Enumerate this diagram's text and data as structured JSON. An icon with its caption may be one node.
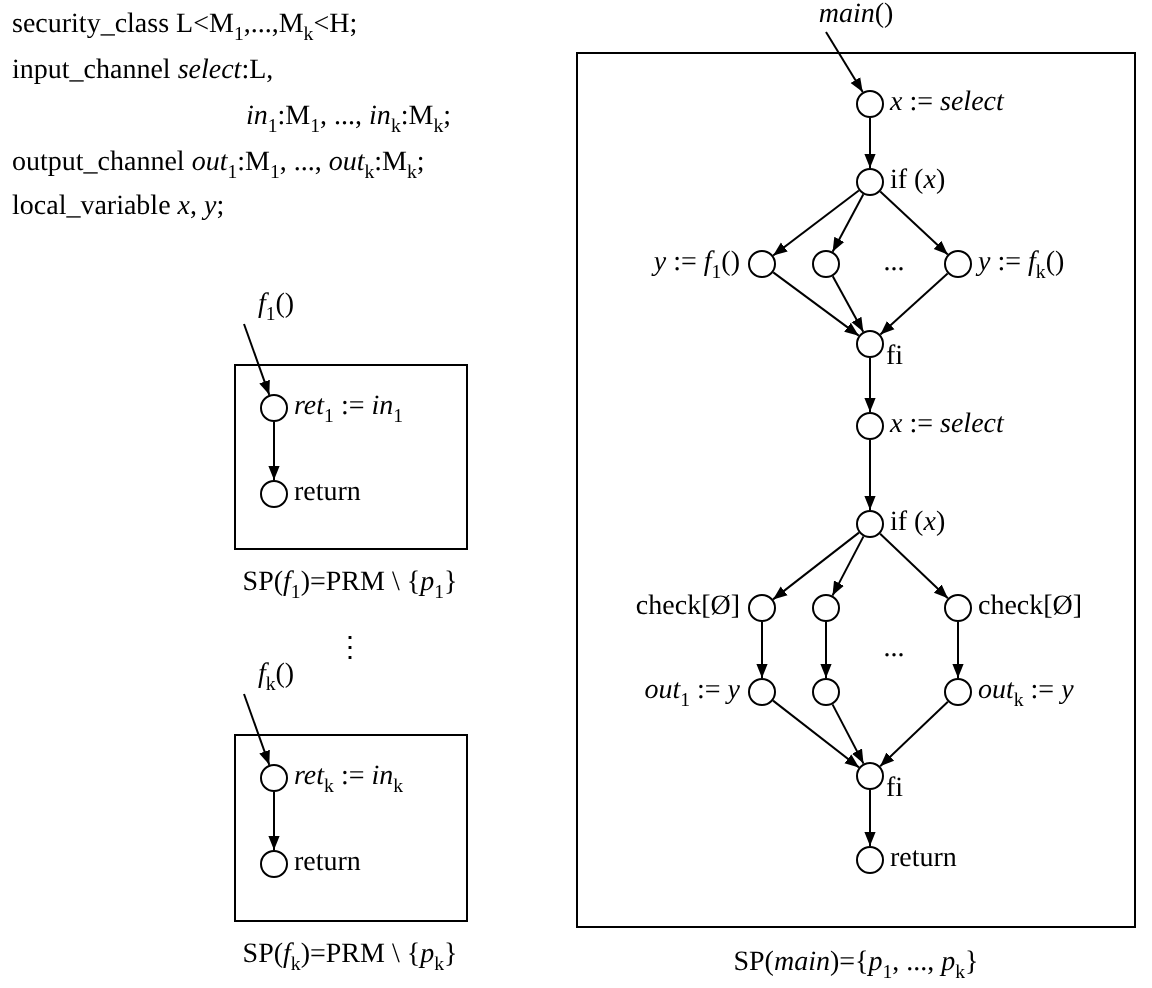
{
  "diagram": {
    "nodes": [
      {
        "text": [
          "*f*$_{1}$()"
        ]
      },
      {
        "text": [],
        "shape": "box",
        "beside": [
          "SP(*f*$_{1}$)=PRM \\ {*p*$_{1}$}"
        ]
      },
      {
        "text": [
          "*ret*$_{1}$ := *in*$_{1}$"
        ],
        "in": 1
      },
      {
        "text": [
          "return"
        ],
        "in": 1
      },
      {
        "text": [
          "*f*$_{k}$()"
        ]
      },
      {
        "text": [],
        "shape": "box",
        "beside": [
          "SP(*f*$_{k}$)=PRM \\ {*p*$_{k}$}"
        ]
      },
      {
        "text": [
          "*ret*$_{k}$ := *in*$_{k}$"
        ],
        "in": 5
      },
      {
        "text": [
          "return"
        ],
        "in": 5
      },
      {
        "text": [
          "*main*()"
        ]
      },
      {
        "text": [],
        "shape": "box",
        "beside": [
          "SP(*main*)={*p*$_{1}$, ..., *p*$_{k}$}"
        ]
      },
      {
        "text": [
          "*x* := *select*"
        ],
        "in": 9
      },
      {
        "text": [
          "if (*x*)"
        ],
        "in": 9
      },
      {
        "text": [
          "*y* := *f*$_{1}$()"
        ],
        "in": 9
      },
      {
        "text": [],
        "shape": "circle",
        "in": 9
      },
      {
        "text": [
          "*y* := *f*$_{k}$()"
        ],
        "in": 9
      },
      {
        "text": [
          "fi"
        ],
        "in": 9
      },
      {
        "text": [
          "*x* := *select*"
        ],
        "in": 9
      },
      {
        "text": [
          "if (*x*)"
        ],
        "in": 9
      },
      {
        "text": [
          "check[Ø]"
        ],
        "in": 9
      },
      {
        "text": [],
        "shape": "circle",
        "in": 9
      },
      {
        "text": [
          "check[Ø]"
        ],
        "in": 9
      },
      {
        "text": [
          "*out*$_{1}$ := *y*"
        ],
        "in": 9
      },
      {
        "text": [],
        "shape": "circle",
        "in": 9
      },
      {
        "text": [
          "*out*$_{k}$ := *y*"
        ],
        "in": 9
      },
      {
        "text": [
          "fi"
        ],
        "in": 9
      },
      {
        "text": [
          "return"
        ],
        "in": 9
      }
    ],
    "edges": [
      {
        "from": 0,
        "to": 2,
        "arrow": "to"
      },
      {
        "from": 2,
        "to": 3,
        "arrow": "to"
      },
      {
        "from": 4,
        "to": 6,
        "arrow": "to"
      },
      {
        "from": 6,
        "to": 7,
        "arrow": "to"
      },
      {
        "from": 8,
        "to": 10,
        "arrow": "to"
      },
      {
        "from": 10,
        "to": 11,
        "arrow": "to"
      },
      {
        "from": 11,
        "to": 12,
        "arrow": "to"
      },
      {
        "from": 11,
        "to": 13,
        "arrow": "to"
      },
      {
        "from": 11,
        "to": 14,
        "arrow": "to"
      },
      {
        "from": 12,
        "to": 15,
        "arrow": "to"
      },
      {
        "from": 13,
        "to": 15,
        "arrow": "to"
      },
      {
        "from": 14,
        "to": 15,
        "arrow": "to"
      },
      {
        "from": 15,
        "to": 16,
        "arrow": "to"
      },
      {
        "from": 16,
        "to": 17,
        "arrow": "to"
      },
      {
        "from": 17,
        "to": 18,
        "arrow": "to"
      },
      {
        "from": 17,
        "to": 19,
        "arrow": "to"
      },
      {
        "from": 17,
        "to": 20,
        "arrow": "to"
      },
      {
        "from": 18,
        "to": 21,
        "arrow": "to"
      },
      {
        "from": 19,
        "to": 22,
        "arrow": "to"
      },
      {
        "from": 20,
        "to": 23,
        "arrow": "to"
      },
      {
        "from": 21,
        "to": 24,
        "arrow": "to"
      },
      {
        "from": 22,
        "to": 24,
        "arrow": "to"
      },
      {
        "from": 23,
        "to": 24,
        "arrow": "to"
      },
      {
        "from": 24,
        "to": 25,
        "arrow": "to"
      }
    ],
    "labels": [
      "security_class L<M$_{1}$,...,M$_{k}$<H;",
      "input_channel *select*:L,",
      "*in*$_{1}$:M$_{1}$, ..., *in*$_{k}$:M$_{k}$;",
      "output_channel *out*$_{1}$:M$_{1}$, ..., *out*$_{k}$:M$_{k}$;",
      "local_variable *x*, *y*;",
      "⋮",
      "...",
      "..."
    ]
  }
}
